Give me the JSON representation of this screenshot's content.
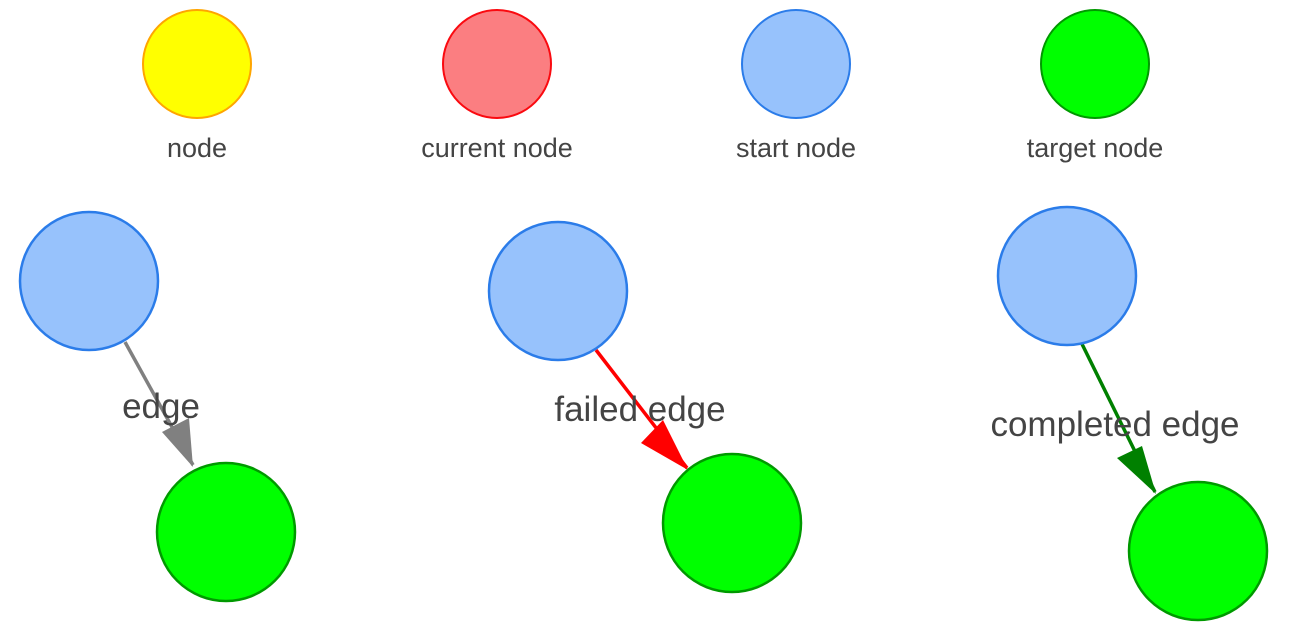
{
  "legend": {
    "nodes": [
      {
        "id": "node",
        "label": "node",
        "fill": "#ffff00",
        "stroke": "#ffa500"
      },
      {
        "id": "current",
        "label": "current node",
        "fill": "#fb7e81",
        "stroke": "#fa0a10"
      },
      {
        "id": "start",
        "label": "start node",
        "fill": "#97c2fc",
        "stroke": "#2b7ce9"
      },
      {
        "id": "target",
        "label": "target node",
        "fill": "#00ff00",
        "stroke": "#009900"
      }
    ]
  },
  "edges": [
    {
      "id": "edge",
      "label": "edge",
      "color": "#808080"
    },
    {
      "id": "failed",
      "label": "failed edge",
      "color": "#ff0000"
    },
    {
      "id": "completed",
      "label": "completed edge",
      "color": "#008000"
    }
  ]
}
